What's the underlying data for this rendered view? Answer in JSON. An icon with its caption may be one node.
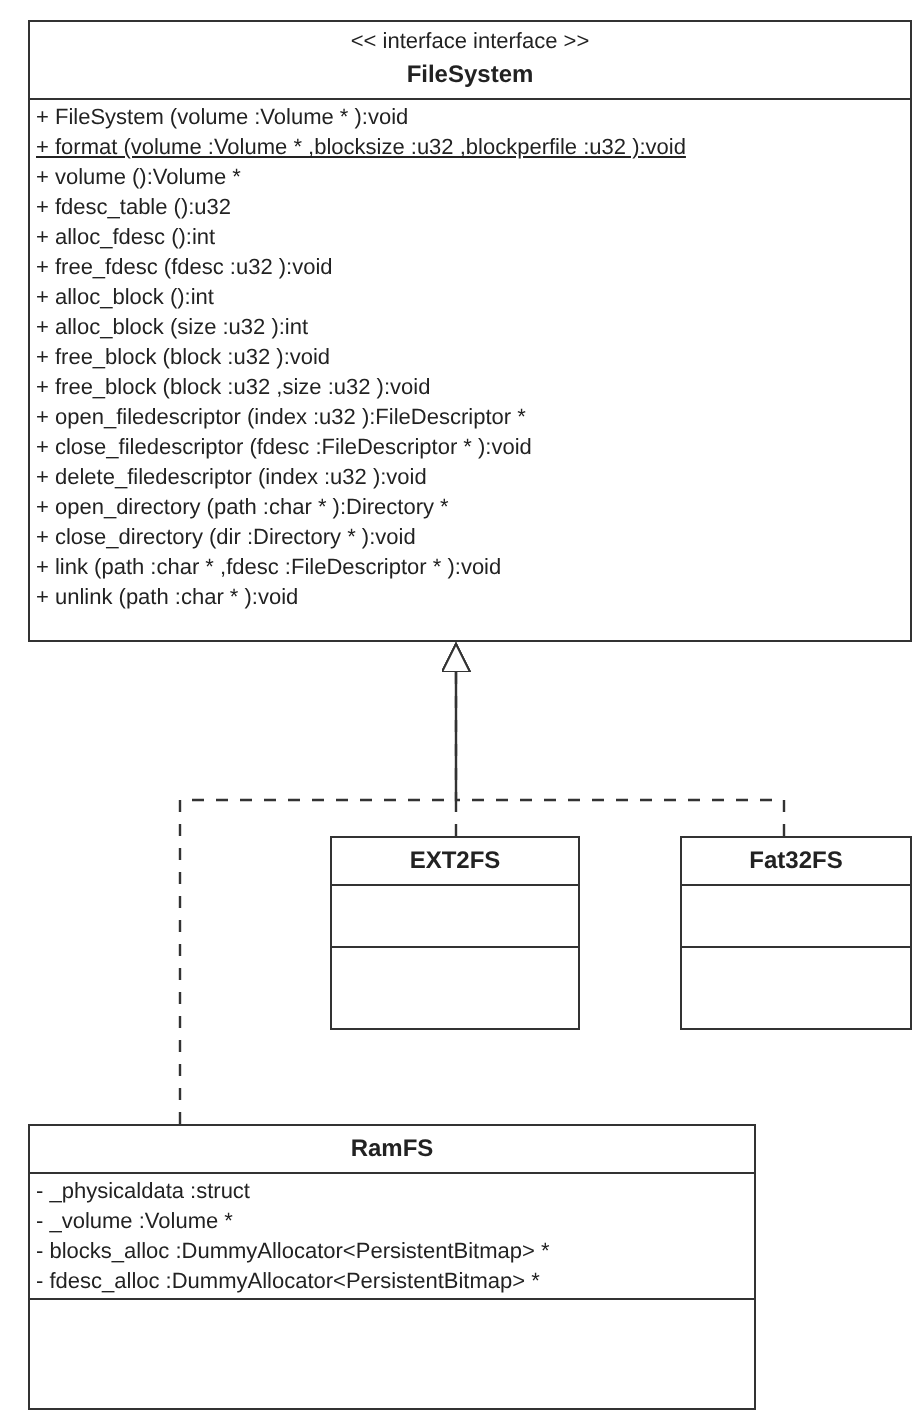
{
  "diagram": {
    "nodes": [
      {
        "text": [
          "<< interface interface >>",
          "FileSystem",
          "+ FileSystem (volume :Volume * ):void",
          "+ format (volume :Volume * ,blocksize :u32 ,blockperfile :u32 ):void",
          "+ volume ():Volume *",
          "+ fdesc_table ():u32",
          "+ alloc_fdesc ():int",
          "+ free_fdesc (fdesc :u32 ):void",
          "+ alloc_block ():int",
          "+ alloc_block (size :u32 ):int",
          "+ free_block (block :u32 ):void",
          "+ free_block (block :u32 ,size :u32 ):void",
          "+ open_filedescriptor (index :u32 ):FileDescriptor *",
          "+ close_filedescriptor (fdesc :FileDescriptor * ):void",
          "+ delete_filedescriptor (index :u32 ):void",
          "+ open_directory (path :char * ):Directory *",
          "+ close_directory (dir :Directory * ):void",
          "+ link (path :char * ,fdesc :FileDescriptor * ):void",
          "+ unlink (path :char * ):void"
        ]
      },
      {
        "text": [
          "EXT2FS"
        ]
      },
      {
        "text": [
          "Fat32FS"
        ]
      },
      {
        "text": [
          "RamFS",
          "- _physicaldata :struct",
          "- _volume :Volume *",
          "- blocks_alloc :DummyAllocator<PersistentBitmap> *",
          "- fdesc_alloc :DummyAllocator<PersistentBitmap> *"
        ]
      }
    ],
    "edges": [
      {
        "from": 1,
        "to": 0,
        "arrow": "to",
        "style": "dashed"
      },
      {
        "from": 2,
        "to": 0,
        "arrow": "to",
        "style": "dashed"
      },
      {
        "from": 3,
        "to": 0,
        "arrow": "to",
        "style": "dashed"
      }
    ]
  }
}
